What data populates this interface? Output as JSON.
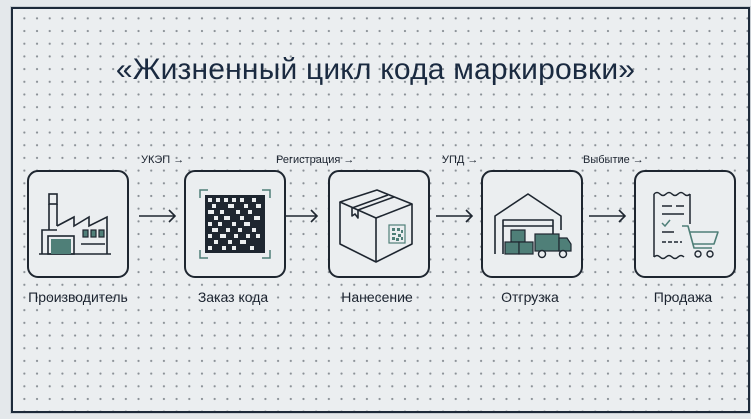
{
  "title": "«Жизненный цикл кода маркировки»",
  "colors": {
    "accent": "#4f7f78",
    "stroke": "#1e2630",
    "title": "#1a2a40"
  },
  "stages": [
    {
      "label": "Производитель",
      "icon": "factory-icon"
    },
    {
      "label": "Заказ кода",
      "icon": "datamatrix-icon"
    },
    {
      "label": "Нанесение",
      "icon": "box-with-code-icon"
    },
    {
      "label": "Отгрузка",
      "icon": "warehouse-truck-icon"
    },
    {
      "label": "Продажа",
      "icon": "receipt-cart-icon"
    }
  ],
  "transitions": [
    {
      "label": "УКЭП →"
    },
    {
      "label": "Регистрация →"
    },
    {
      "label": "УПД →"
    },
    {
      "label": "Выбытие →"
    }
  ]
}
